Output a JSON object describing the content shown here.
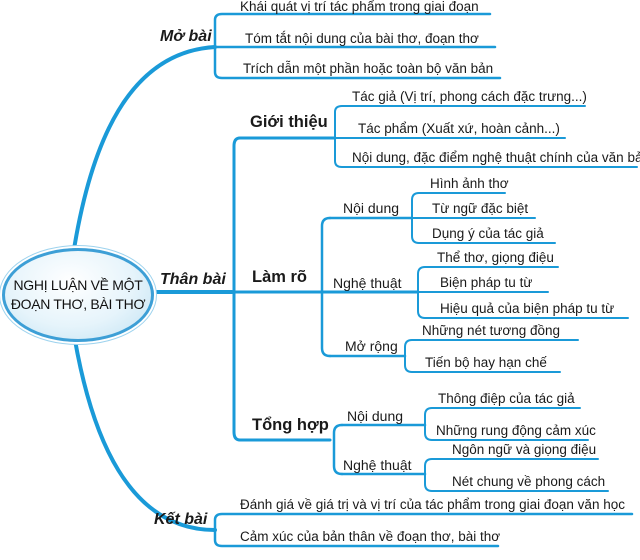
{
  "central": {
    "line1": "NGHỊ LUẬN VỀ MỘT",
    "line2": "ĐOẠN THƠ, BÀI THƠ"
  },
  "mo_bai": {
    "label": "Mở bài",
    "items": [
      "Khái quát vị trí tác phẩm trong giai đoạn",
      "Tóm tắt nội dung của bài thơ, đoạn thơ",
      "Trích dẫn một phần hoặc toàn bộ văn bản"
    ]
  },
  "than_bai": {
    "label": "Thân bài",
    "gioi_thieu": {
      "label": "Giới thiệu",
      "items": [
        "Tác giả (Vị trí, phong cách đặc trưng...)",
        "Tác phẩm (Xuất xứ, hoàn cảnh...)",
        "Nội dung, đặc điểm nghệ thuật chính của văn bản"
      ]
    },
    "lam_ro": {
      "label": "Làm rõ",
      "noi_dung": {
        "label": "Nội dung",
        "items": [
          "Hình ảnh thơ",
          "Từ ngữ đặc biệt",
          "Dụng ý của tác giả"
        ]
      },
      "nghe_thuat": {
        "label": "Nghệ thuật",
        "items": [
          "Thể thơ, giọng điệu",
          "Biện pháp tu từ",
          "Hiệu quả của biện pháp tu từ"
        ]
      },
      "mo_rong": {
        "label": "Mở rộng",
        "items": [
          "Những nét tương đồng",
          "Tiến bộ hay hạn chế"
        ]
      }
    },
    "tong_hop": {
      "label": "Tổng hợp",
      "noi_dung": {
        "label": "Nội dung",
        "items": [
          "Thông điệp của tác giả",
          "Những rung động cảm xúc"
        ]
      },
      "nghe_thuat": {
        "label": "Nghệ thuật",
        "items": [
          "Ngôn ngữ và giọng điệu",
          "Nét chung về phong cách"
        ]
      }
    }
  },
  "ket_bai": {
    "label": "Kết bài",
    "items": [
      "Đánh giá về giá trị và vị trí của tác phẩm trong giai đoạn văn học",
      "Cảm xúc của bản thân về đoạn thơ, bài thơ"
    ]
  },
  "colors": {
    "line": "#1a9ad8",
    "center_border": "#3d9fd6"
  }
}
